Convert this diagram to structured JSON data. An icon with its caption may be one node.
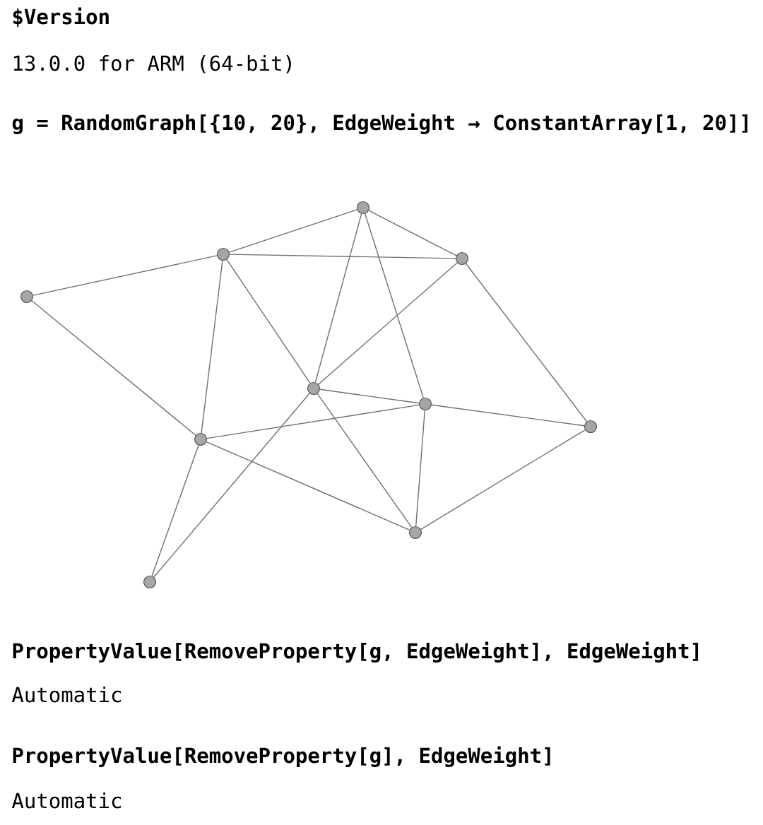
{
  "diagram": {
    "nodes": [
      {
        "text": [],
        "shape": "circle"
      },
      {
        "text": [],
        "shape": "circle"
      },
      {
        "text": [],
        "shape": "circle"
      },
      {
        "text": [],
        "shape": "circle"
      },
      {
        "text": [],
        "shape": "circle"
      },
      {
        "text": [],
        "shape": "circle"
      },
      {
        "text": [],
        "shape": "circle"
      },
      {
        "text": [],
        "shape": "circle"
      },
      {
        "text": [],
        "shape": "circle"
      },
      {
        "text": [],
        "shape": "circle"
      }
    ],
    "edges": [
      {
        "from": 3,
        "to": 1,
        "arrow": "none"
      },
      {
        "from": 3,
        "to": 7,
        "arrow": "none"
      },
      {
        "from": 1,
        "to": 0,
        "arrow": "none"
      },
      {
        "from": 1,
        "to": 2,
        "arrow": "none"
      },
      {
        "from": 1,
        "to": 7,
        "arrow": "none"
      },
      {
        "from": 1,
        "to": 4,
        "arrow": "none"
      },
      {
        "from": 0,
        "to": 2,
        "arrow": "none"
      },
      {
        "from": 0,
        "to": 4,
        "arrow": "none"
      },
      {
        "from": 0,
        "to": 5,
        "arrow": "none"
      },
      {
        "from": 2,
        "to": 4,
        "arrow": "none"
      },
      {
        "from": 2,
        "to": 6,
        "arrow": "none"
      },
      {
        "from": 4,
        "to": 5,
        "arrow": "none"
      },
      {
        "from": 4,
        "to": 8,
        "arrow": "none"
      },
      {
        "from": 4,
        "to": 9,
        "arrow": "none"
      },
      {
        "from": 7,
        "to": 5,
        "arrow": "none"
      },
      {
        "from": 7,
        "to": 8,
        "arrow": "none"
      },
      {
        "from": 7,
        "to": 9,
        "arrow": "none"
      },
      {
        "from": 5,
        "to": 6,
        "arrow": "none"
      },
      {
        "from": 5,
        "to": 8,
        "arrow": "none"
      },
      {
        "from": 8,
        "to": 6,
        "arrow": "none"
      }
    ],
    "labels": [
      "$Version",
      "13.0.0 for ARM (64-bit)",
      "g = RandomGraph[{10, 20}, EdgeWeight → ConstantArray[1, 20]]",
      "PropertyValue[RemoveProperty[g, EdgeWeight], EdgeWeight]",
      "Automatic",
      "PropertyValue[RemoveProperty[g], EdgeWeight]",
      "Automatic"
    ]
  }
}
